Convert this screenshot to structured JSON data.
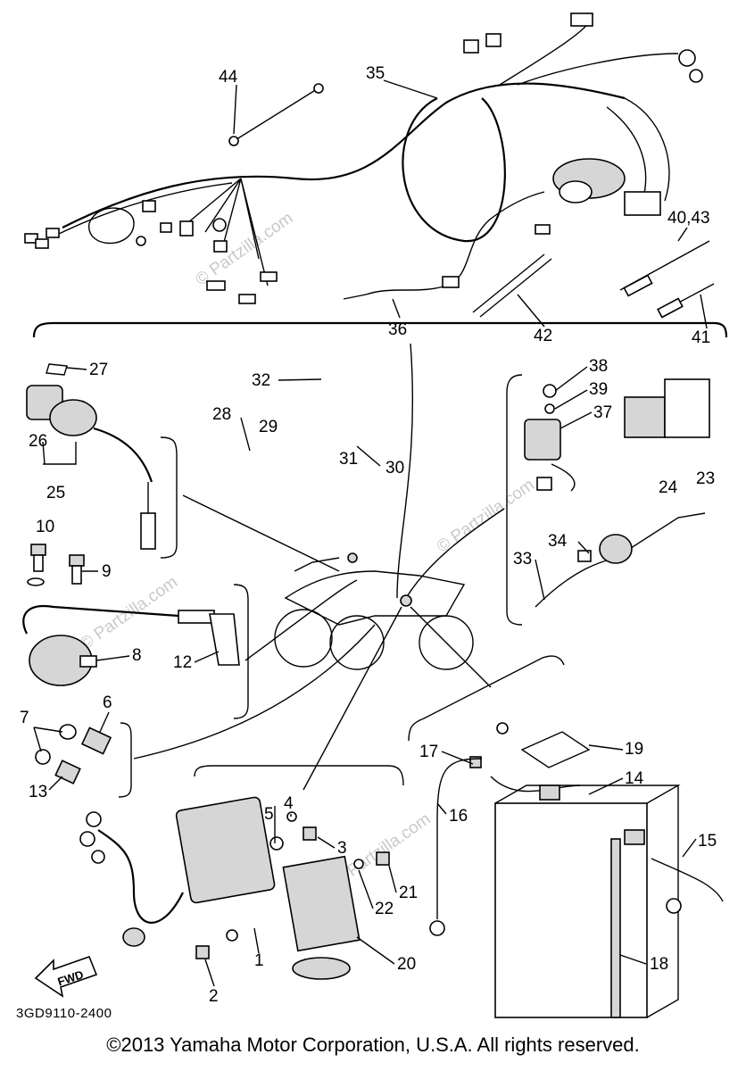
{
  "diagram": {
    "part_code": "3GD9110-2400",
    "fwd_label": "FWD",
    "watermark": "© Partzilla.com",
    "callouts": {
      "c1": "1",
      "c2": "2",
      "c3": "3",
      "c4": "4",
      "c5": "5",
      "c6": "6",
      "c7": "7",
      "c8": "8",
      "c9": "9",
      "c10": "10",
      "c12": "12",
      "c13": "13",
      "c14": "14",
      "c15": "15",
      "c16": "16",
      "c17": "17",
      "c18": "18",
      "c19": "19",
      "c20": "20",
      "c21": "21",
      "c22": "22",
      "c23": "23",
      "c24": "24",
      "c25": "25",
      "c26": "26",
      "c27": "27",
      "c28": "28",
      "c29": "29",
      "c30": "30",
      "c31": "31",
      "c32": "32",
      "c33": "33",
      "c34": "34",
      "c35": "35",
      "c36": "36",
      "c37": "37",
      "c38": "38",
      "c39": "39",
      "c40_43": "40,43",
      "c41": "41",
      "c42": "42",
      "c44": "44"
    }
  },
  "footer": {
    "copyright": "©2013 Yamaha Motor Corporation, U.S.A. All rights reserved."
  }
}
